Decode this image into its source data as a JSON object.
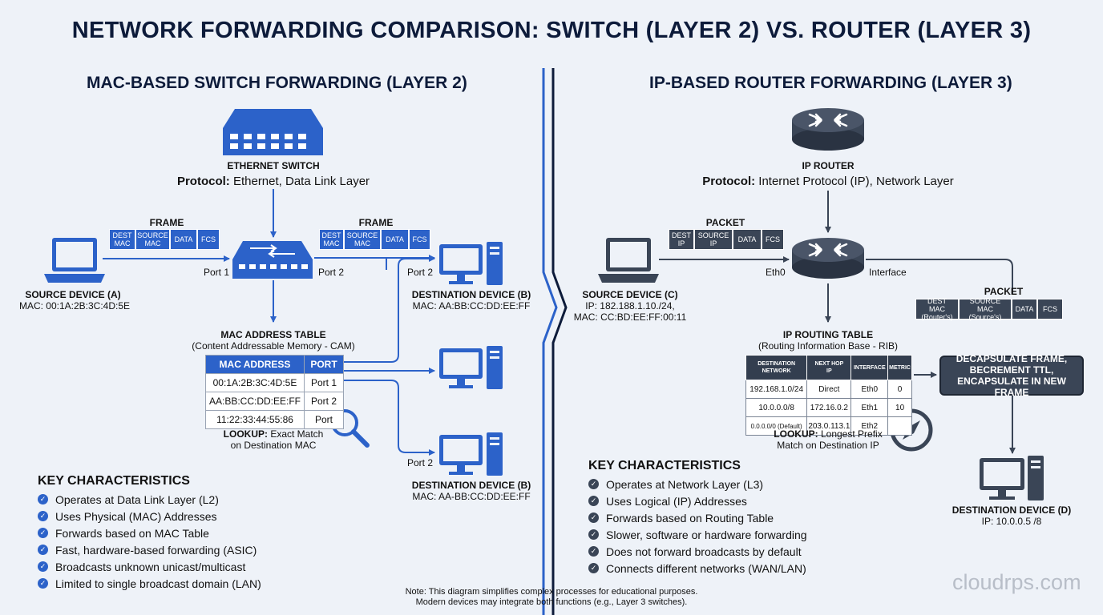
{
  "title": "NETWORK FORWARDING COMPARISON: SWITCH (LAYER 2) VS. ROUTER (LAYER 3)",
  "switch_side": {
    "heading": "MAC-BASED SWITCH FORWARDING (LAYER 2)",
    "device_label": "ETHERNET SWITCH",
    "protocol_key": "Protocol:",
    "protocol_value": " Ethernet, Data Link Layer",
    "frame_label": "FRAME",
    "frame_fields": [
      "DEST\nMAC",
      "SOURCE\nMAC",
      "DATA",
      "FCS"
    ],
    "port1": "Port 1",
    "port2": "Port 2",
    "port2b": "Port 2",
    "port2c": "Port 2",
    "source_label": "SOURCE DEVICE (A)",
    "source_mac": "MAC: 00:1A:2B:3C:4D:5E",
    "dest_top_label": "DESTINATION DEVICE (B)",
    "dest_top_mac": "MAC: AA:BB:CC:DD:EE:FF",
    "dest_bottom_label": "DESTINATION DEVICE (B)",
    "dest_bottom_mac": "MAC: AA-BB:CC:DD:EE:FF",
    "table_title": "MAC ADDRESS TABLE",
    "table_subtitle": "(Content Addressable Memory - CAM)",
    "table_headers": [
      "MAC ADDRESS",
      "PORT"
    ],
    "table_rows": [
      [
        "00:1A:2B:3C:4D:5E",
        "Port 1"
      ],
      [
        "AA:BB:CC:DD:EE:FF",
        "Port 2"
      ],
      [
        "11:22:33:44:55:86",
        "Port"
      ]
    ],
    "lookup_key": "LOOKUP:",
    "lookup_line1": " Exact Match",
    "lookup_line2": "on Destination MAC",
    "kc_title": "KEY CHARACTERISTICS",
    "kc": [
      "Operates at Data Link Layer (L2)",
      "Uses Physical (MAC) Addresses",
      "Forwards based on MAC Table",
      "Fast, hardware-based forwarding (ASIC)",
      "Broadcasts unknown unicast/multicast",
      "Limited to single broadcast domain (LAN)"
    ]
  },
  "router_side": {
    "heading": "IP-BASED ROUTER FORWARDING (LAYER 3)",
    "device_label": "IP ROUTER",
    "protocol_key": "Protocol:",
    "protocol_value": " Internet Protocol (IP), Network Layer",
    "packet_label": "PACKET",
    "packet_fields": [
      "DEST\nIP",
      "SOURCE\nIP",
      "DATA",
      "FCS"
    ],
    "eth0": "Eth0",
    "interface": "Interface",
    "packet2_label": "PACKET",
    "packet2_fields": [
      "DEST MAC\n(Router's)",
      "SOURCE MAC\n(Source's)",
      "DATA",
      "FCS"
    ],
    "source_label": "SOURCE DEVICE (C)",
    "source_ip": "IP: 182.188.1.10./24,",
    "source_mac": "MAC: CC:BD:EE:FF:00:11",
    "table_title": "IP ROUTING TABLE",
    "table_subtitle": "(Routing Information Base - RIB)",
    "table_headers": [
      "DESTINATION\nNETWORK",
      "NEXT HOP\nIP",
      "INTERFACE",
      "METRIC"
    ],
    "table_rows": [
      [
        "192.168.1.0/24",
        "Direct",
        "Eth0",
        "0"
      ],
      [
        "10.0.0.0/8",
        "172.16.0.2",
        "Eth1",
        "10"
      ],
      [
        "0.0.0.0/0 (Default)",
        "203.0.113.1",
        "Eth2",
        ""
      ]
    ],
    "lookup_key": "LOOKUP:",
    "lookup_line1": " Longest Prefix",
    "lookup_line2": "Match on Destination IP",
    "decap_text": "DECAPSULATE FRAME,\nBECREMENT TTL,\nENCAPSULATE IN NEW FRAME",
    "dest_label": "DESTINATION DEVICE (D)",
    "dest_ip": "IP: 10.0.0.5 /8",
    "kc_title": "KEY CHARACTERISTICS",
    "kc": [
      "Operates at Network Layer (L3)",
      "Uses Logical (IP) Addresses",
      "Forwards based on Routing Table",
      "Slower, software or hardware forwarding",
      "Does not forward broadcasts by default",
      "Connects different networks (WAN/LAN)"
    ]
  },
  "note_line1": "Note: This diagram simplifies complex processes for educational purposes.",
  "note_line2": "Modern devices may integrate both functions (e.g., Layer 3 switches).",
  "watermark": "cloudrps.com",
  "colors": {
    "blue": "#2c62c9",
    "dark": "#3a4556",
    "title": "#0d1b3a"
  }
}
